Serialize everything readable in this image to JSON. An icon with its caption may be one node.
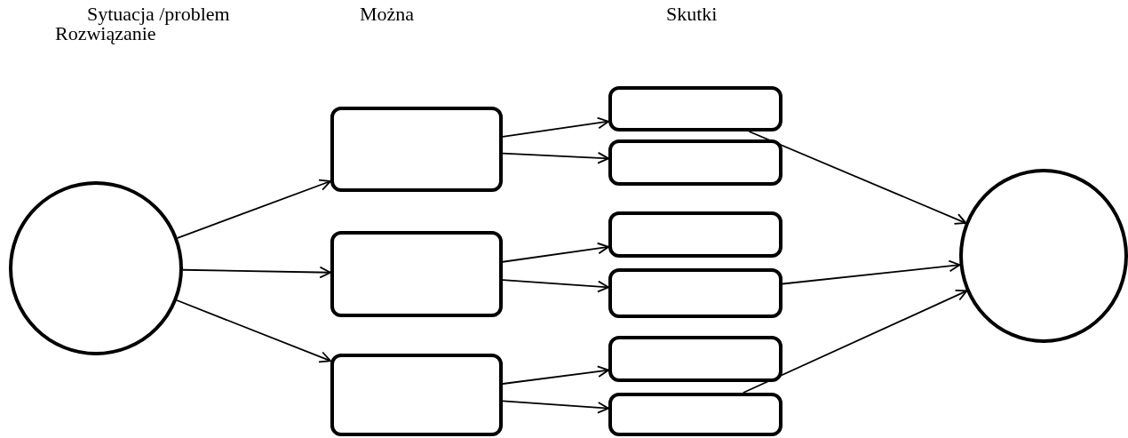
{
  "diagram": {
    "nodes": [
      {
        "text": [],
        "shape": "circle"
      },
      {
        "text": [],
        "shape": "box"
      },
      {
        "text": [],
        "shape": "box"
      },
      {
        "text": [],
        "shape": "box"
      },
      {
        "text": [],
        "shape": "box"
      },
      {
        "text": [],
        "shape": "box"
      },
      {
        "text": [],
        "shape": "box"
      },
      {
        "text": [],
        "shape": "box"
      },
      {
        "text": [],
        "shape": "box"
      },
      {
        "text": [],
        "shape": "box"
      },
      {
        "text": [],
        "shape": "circle"
      }
    ],
    "edges": [
      {
        "from": 0,
        "to": 1,
        "arrow": "to"
      },
      {
        "from": 0,
        "to": 2,
        "arrow": "to"
      },
      {
        "from": 0,
        "to": 3,
        "arrow": "to"
      },
      {
        "from": 1,
        "to": 4,
        "arrow": "to"
      },
      {
        "from": 1,
        "to": 5,
        "arrow": "to"
      },
      {
        "from": 2,
        "to": 6,
        "arrow": "to"
      },
      {
        "from": 2,
        "to": 7,
        "arrow": "to"
      },
      {
        "from": 3,
        "to": 8,
        "arrow": "to"
      },
      {
        "from": 3,
        "to": 9,
        "arrow": "to"
      },
      {
        "from": 4,
        "to": 10,
        "arrow": "to"
      },
      {
        "from": 7,
        "to": 10,
        "arrow": "to"
      },
      {
        "from": 9,
        "to": 10,
        "arrow": "to"
      }
    ],
    "labels": [
      "Sytuacja /problem",
      "Rozwiązanie",
      "Można",
      "Skutki"
    ]
  }
}
